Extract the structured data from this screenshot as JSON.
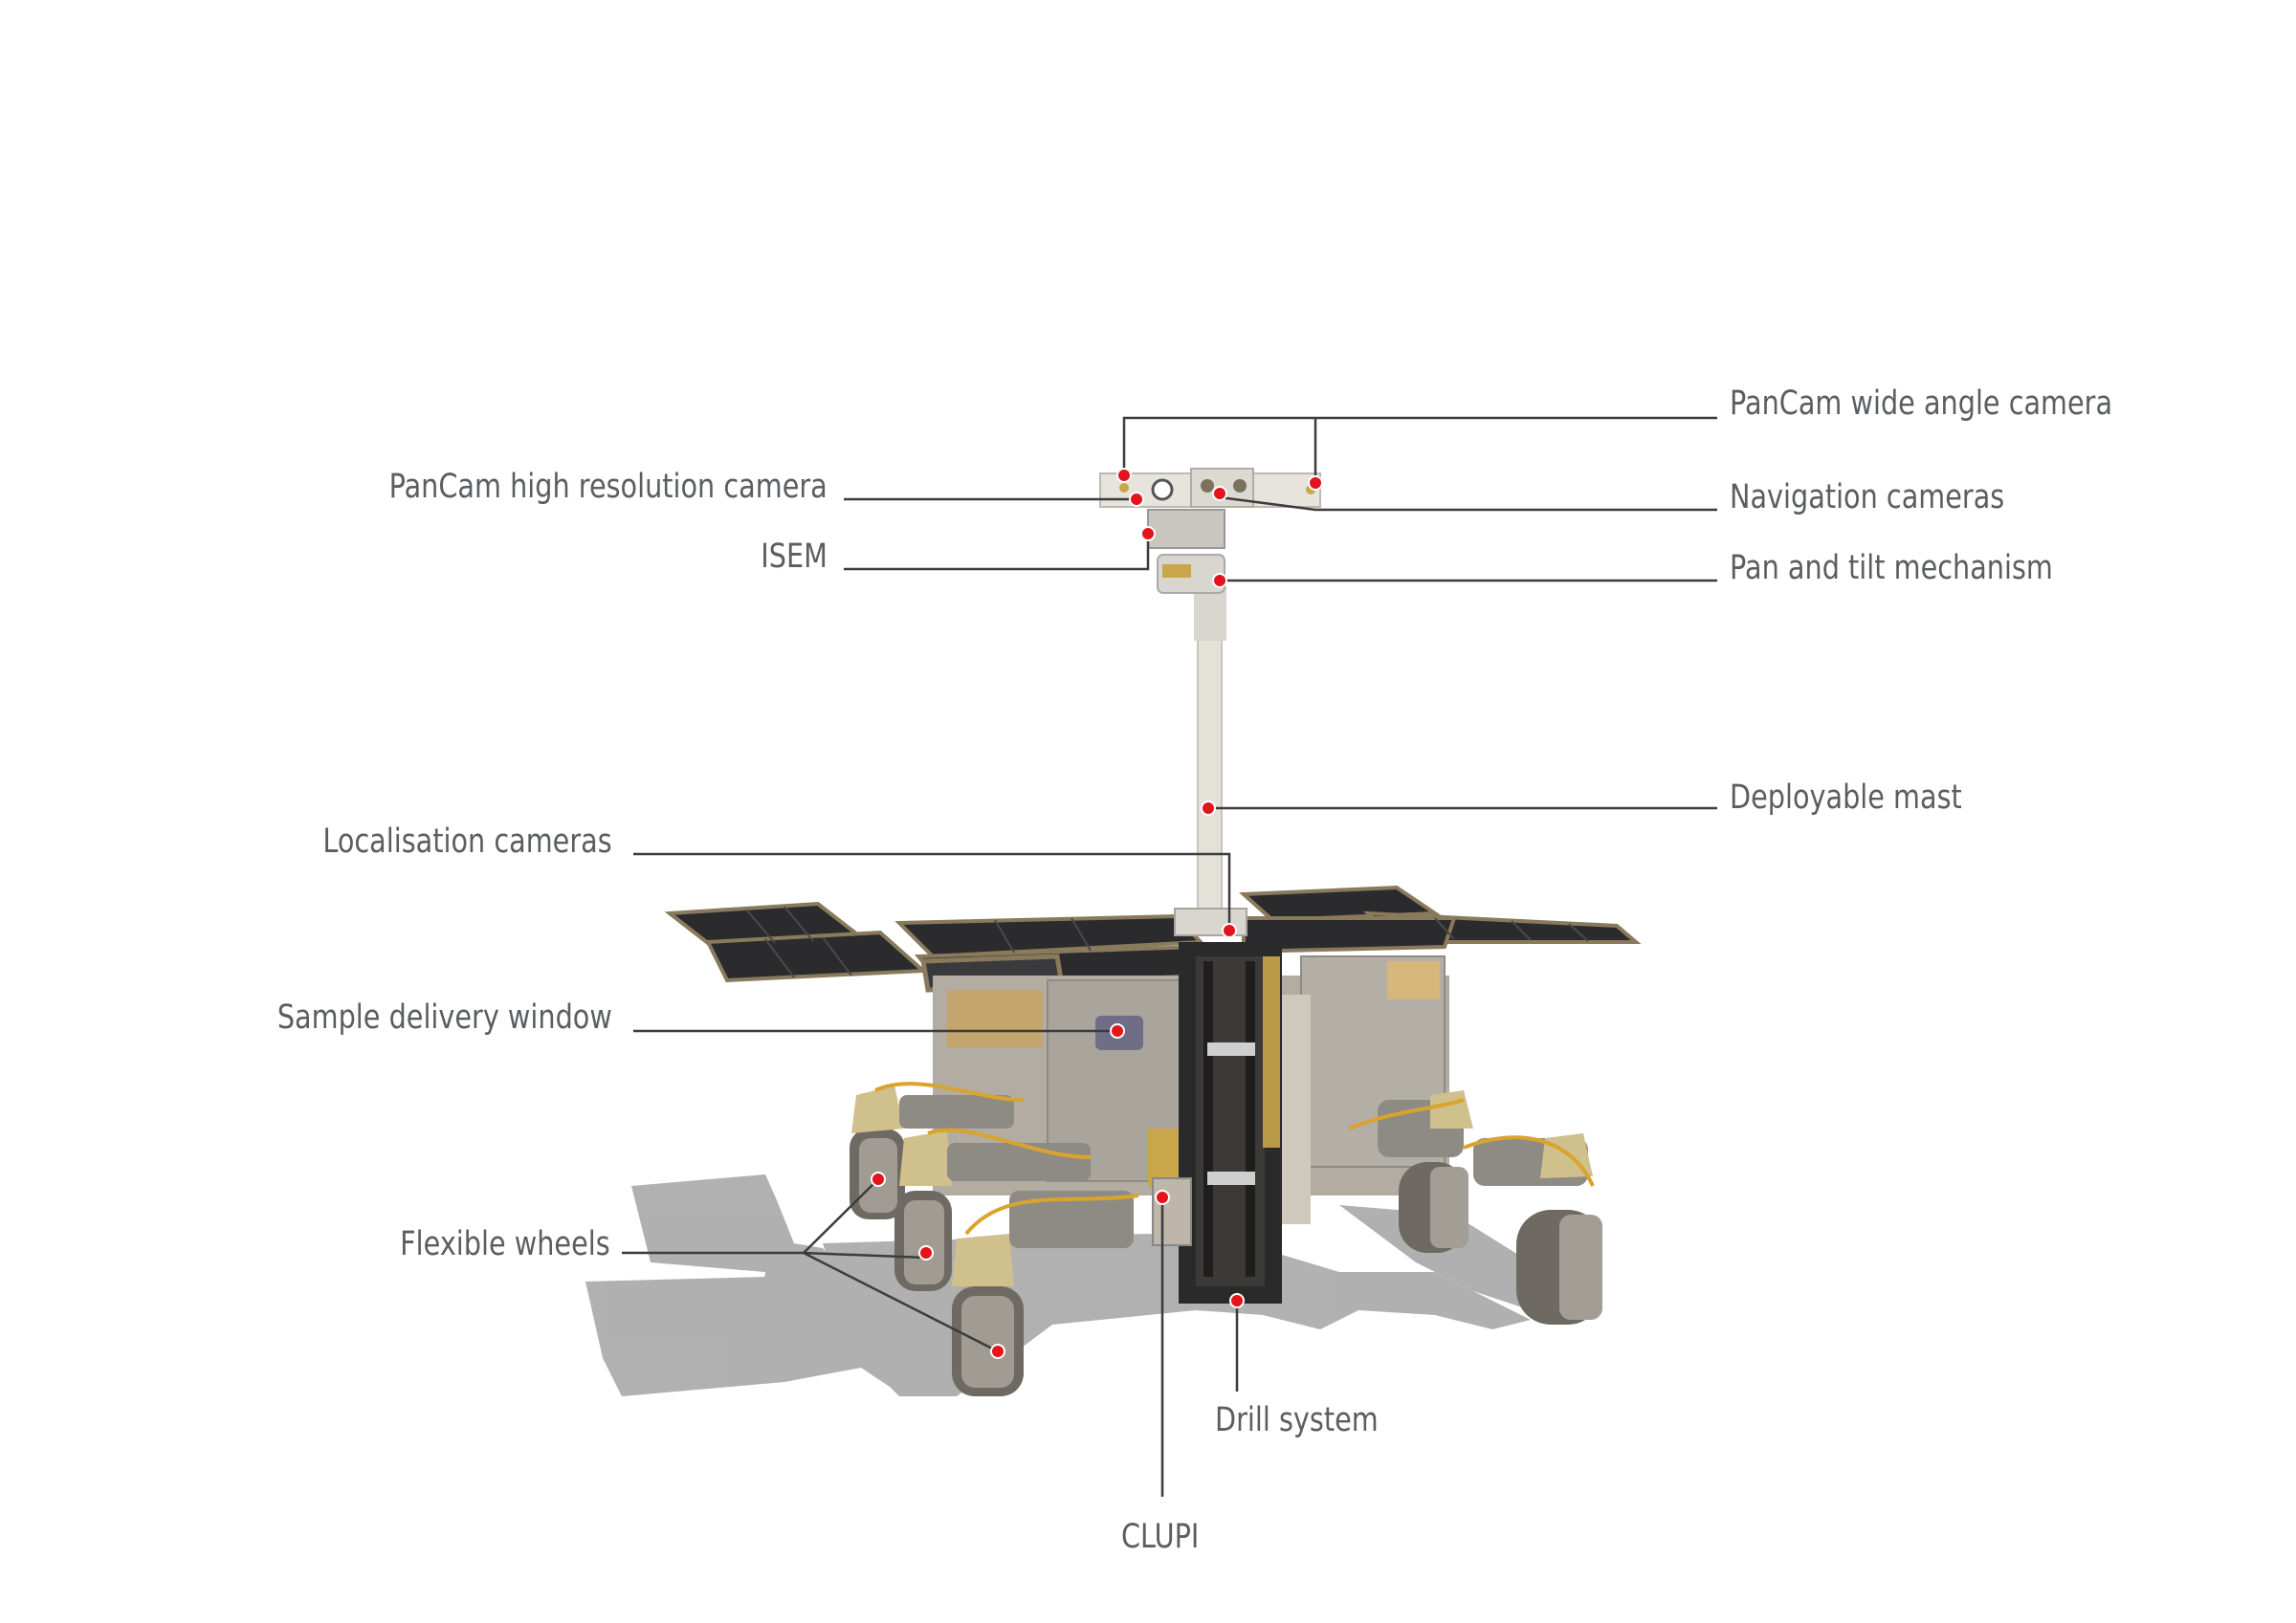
{
  "diagram": {
    "subject": "Mars rover with labelled components",
    "colors": {
      "background": "#ffffff",
      "label_text": "#5b5d61",
      "leader_line": "#3c3c3c",
      "marker_dot": "#e3141b",
      "marker_ring": "#ffffff",
      "shadow": "#9c9c9c",
      "solar_panel": "#2b2b2d",
      "solar_frame": "#8a7a5c",
      "body_metal": "#a9a49b",
      "mast": "#e4e1d9",
      "drill_frame": "#2a2a2a",
      "gold": "#c9a64a"
    },
    "labels": [
      {
        "id": "pancam-wide-angle-camera",
        "text": "PanCam wide angle camera",
        "side": "right"
      },
      {
        "id": "navigation-cameras",
        "text": "Navigation cameras",
        "side": "right"
      },
      {
        "id": "pan-and-tilt-mechanism",
        "text": "Pan and tilt mechanism",
        "side": "right"
      },
      {
        "id": "deployable-mast",
        "text": "Deployable mast",
        "side": "right"
      },
      {
        "id": "pancam-high-resolution-camera",
        "text": "PanCam high resolution camera",
        "side": "left"
      },
      {
        "id": "isem",
        "text": "ISEM",
        "side": "left"
      },
      {
        "id": "localisation-cameras",
        "text": "Localisation cameras",
        "side": "left"
      },
      {
        "id": "sample-delivery-window",
        "text": "Sample delivery window",
        "side": "left"
      },
      {
        "id": "flexible-wheels",
        "text": "Flexible wheels",
        "side": "left"
      },
      {
        "id": "drill-system",
        "text": "Drill system",
        "side": "bottom"
      },
      {
        "id": "clupi",
        "text": "CLUPI",
        "side": "bottom"
      }
    ]
  }
}
